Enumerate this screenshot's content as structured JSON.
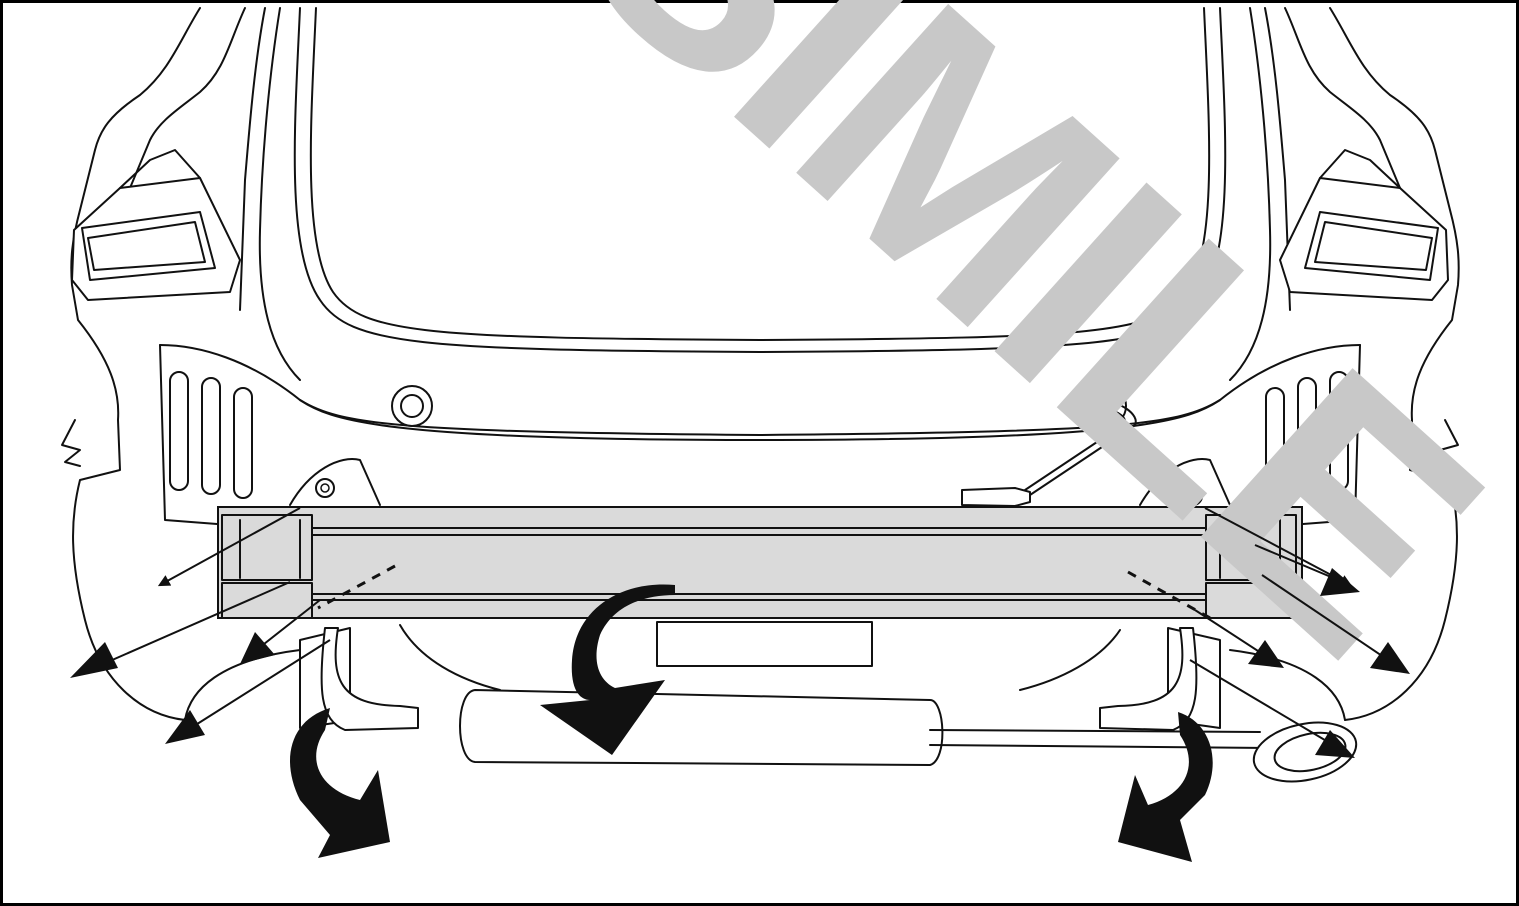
{
  "diagram": {
    "watermark": {
      "text": "SIMILE",
      "color": "#c8c8c8"
    },
    "colors": {
      "line": "#111111",
      "crossbar_fill": "#dadada",
      "background": "#ffffff",
      "frame_border": "#000000"
    },
    "components": [
      "car-rear-outline",
      "tailgate-opening",
      "left-tail-light",
      "right-tail-light",
      "rear-crossbar",
      "left-mounting-bracket",
      "right-mounting-bracket",
      "exhaust-muffler",
      "exhaust-tailpipe",
      "license-plate-recess",
      "screwdriver"
    ],
    "annotations": [
      "removal-arrows-left",
      "removal-arrows-right",
      "rotation-arrow-center",
      "rotation-arrow-left",
      "rotation-arrow-right"
    ]
  }
}
